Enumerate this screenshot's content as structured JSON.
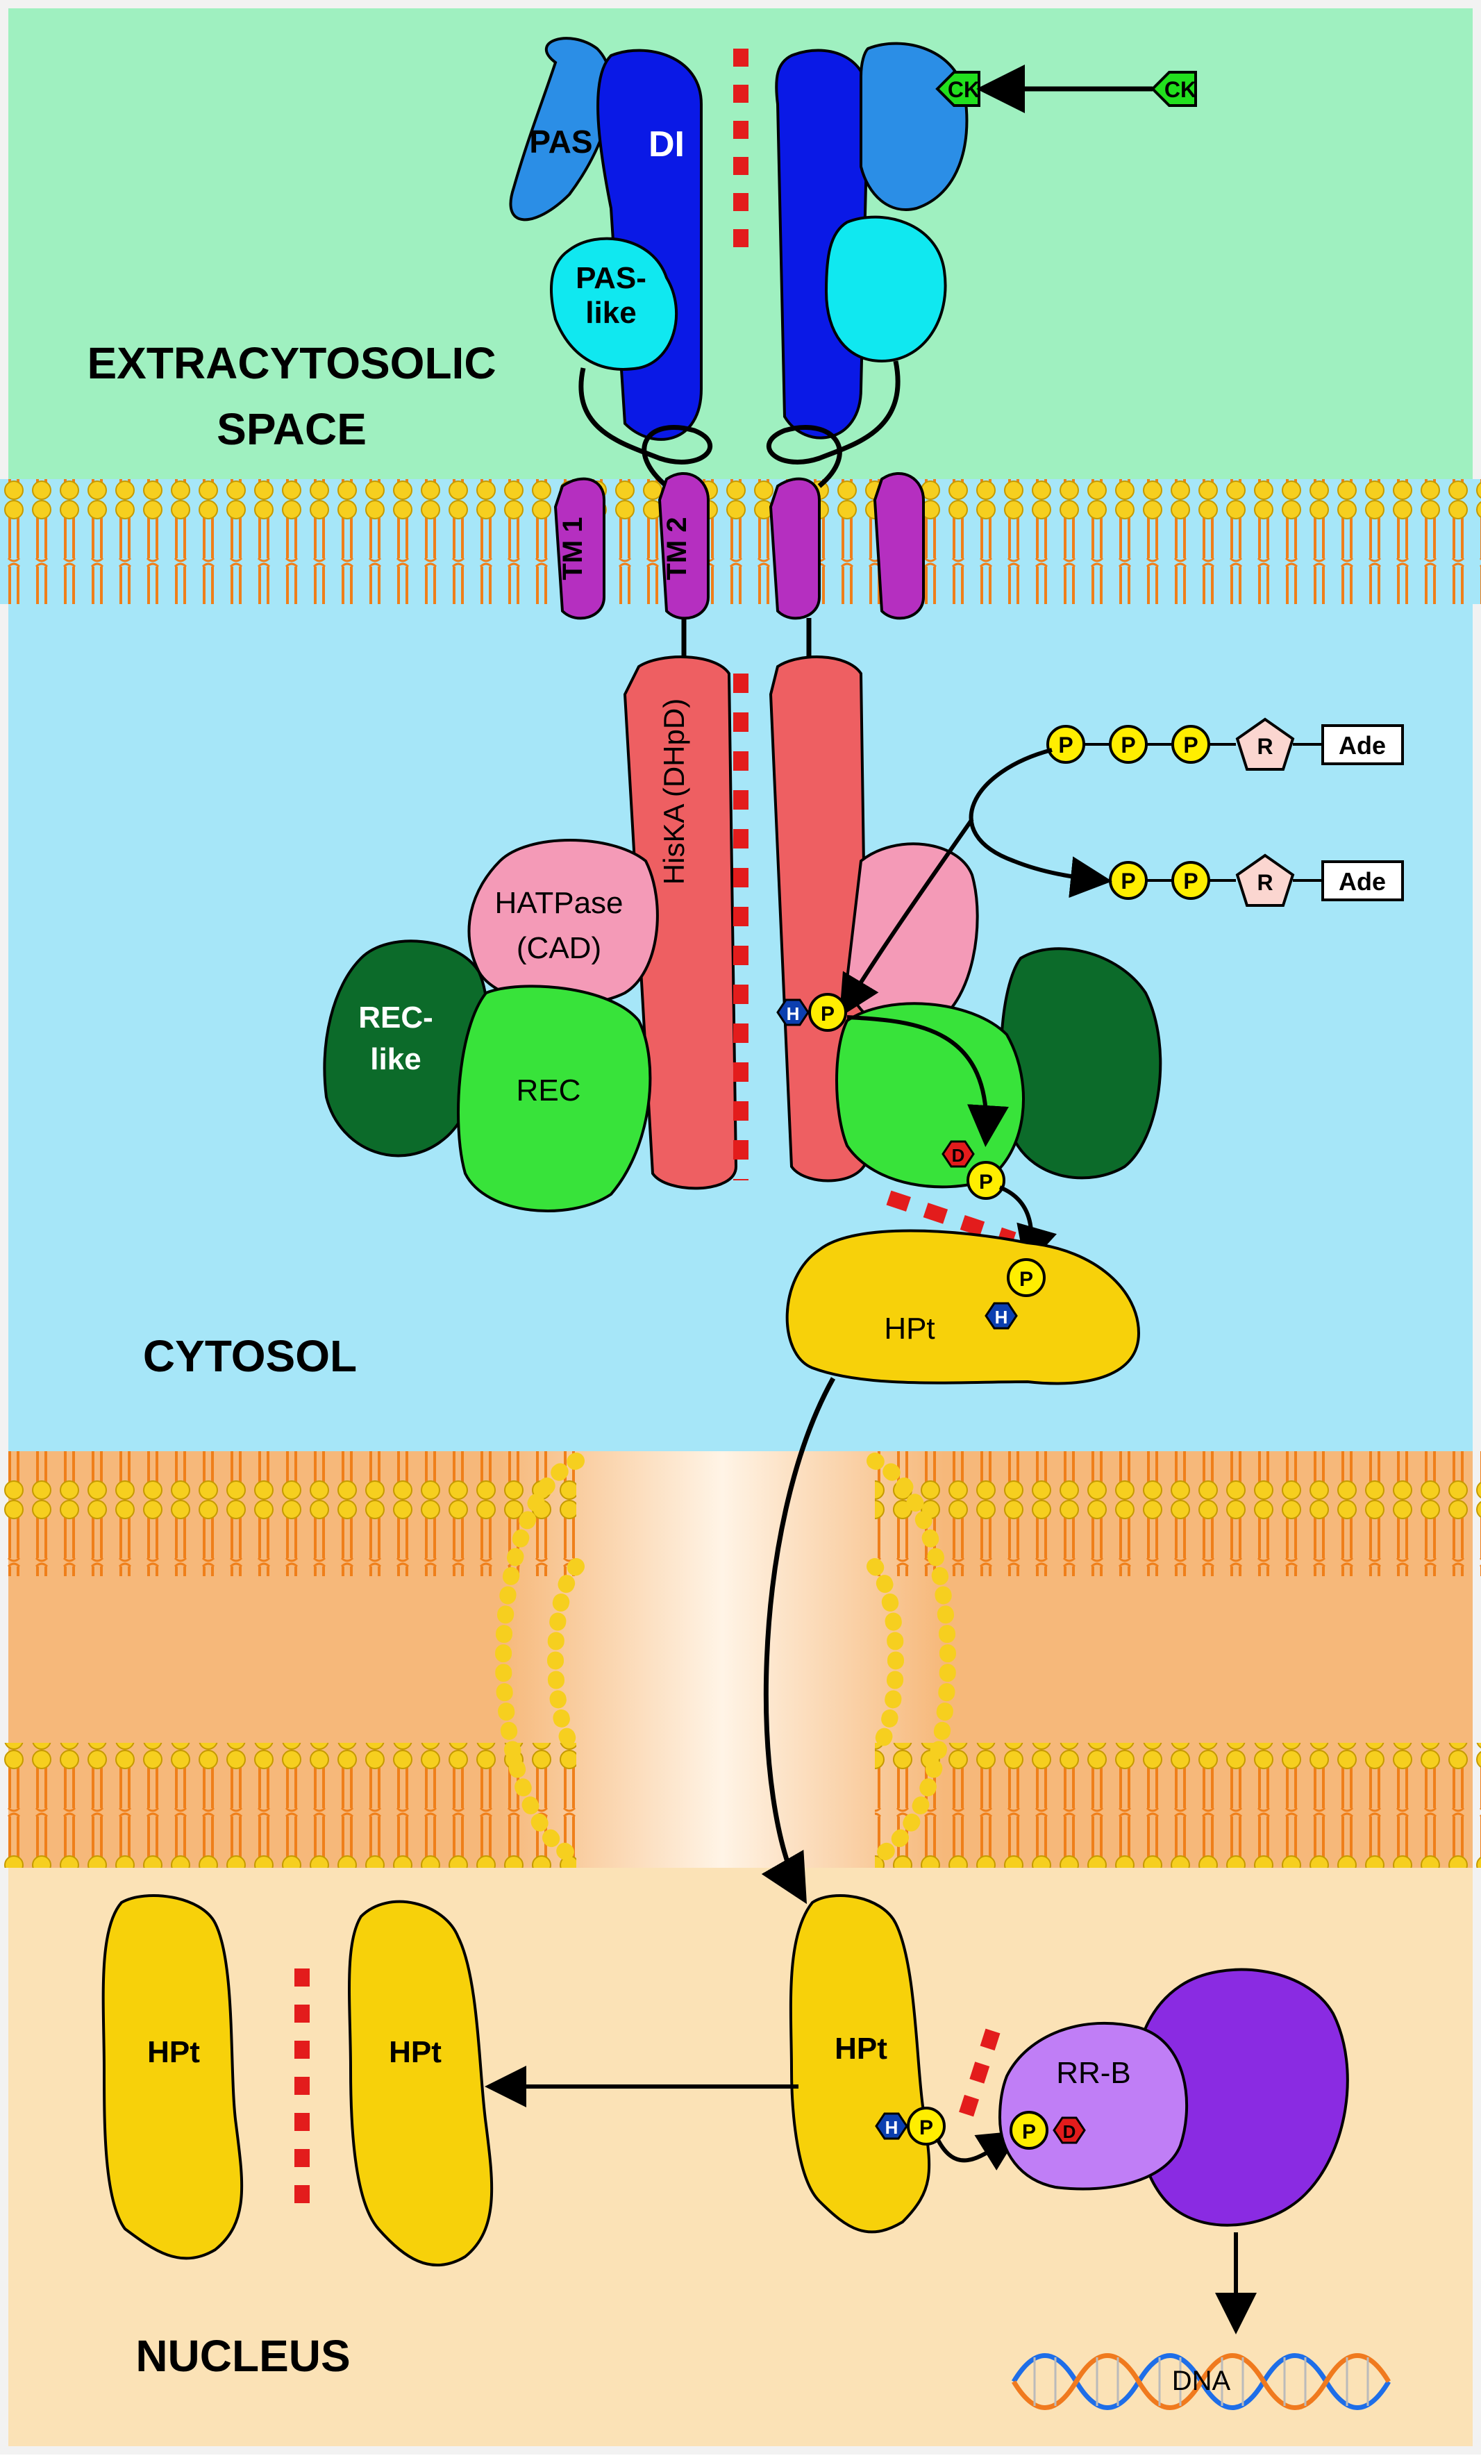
{
  "regions": {
    "extracytosolic_line1": "EXTRACYTOSOLIC",
    "extracytosolic_line2": "SPACE",
    "cytosol": "CYTOSOL",
    "nucleus": "NUCLEUS"
  },
  "domains": {
    "pas": "PAS",
    "di": "DI",
    "pas_like_line1": "PAS-",
    "pas_like_line2": "like",
    "tm1": "TM 1",
    "tm2": "TM 2",
    "hiska": "HisKA (DHpD)",
    "hatpase_line1": "HATPase",
    "hatpase_line2": "(CAD)",
    "rec_like_line1": "REC-",
    "rec_like_line2": "like",
    "rec": "REC",
    "hpt": "HPt",
    "rr_b": "RR-B",
    "dna": "DNA"
  },
  "ligand": {
    "ck": "CK"
  },
  "atp": {
    "p": "P",
    "r": "R",
    "ade": "Ade"
  },
  "residues": {
    "h": "H",
    "d": "D",
    "p": "P"
  },
  "colors": {
    "extracytosolic_bg": "#9ff0c0",
    "cytosol_bg": "#a6e6f8",
    "envelope_lumen": "#f6b87a",
    "nucleus_bg": "#fbe2b6",
    "membrane_head": "#f6cf1f",
    "membrane_tail": "#ef7f1a",
    "pas": "#2b8ee6",
    "di": "#0a19e6",
    "pas_like": "#10e8f0",
    "tm": "#b52fc0",
    "hiska": "#ee5f62",
    "hatpase": "#f49ab7",
    "rec": "#38e33a",
    "rec_like": "#0c6b2a",
    "hpt": "#f7d10a",
    "rr_b": "#c07ef6",
    "rr_partner": "#8a2be2",
    "phosphate": "#ffee00",
    "histidine": "#0c3fb0",
    "aspartate": "#e31c1c",
    "ck": "#22e01e",
    "dimer_line": "#e31c1c"
  }
}
